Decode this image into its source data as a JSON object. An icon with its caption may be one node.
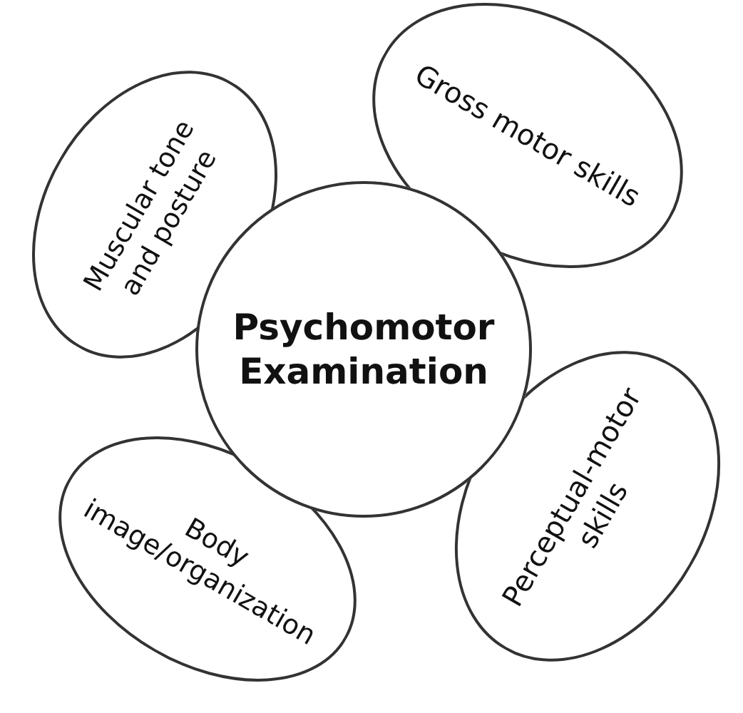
{
  "diagram": {
    "nodes": [
      {
        "text": [
          "Psychomotor Examination"
        ]
      },
      {
        "text": [
          "Muscular tone and posture"
        ]
      },
      {
        "text": [
          "Gross motor skills"
        ]
      },
      {
        "text": [
          "Body image/organization"
        ]
      },
      {
        "text": [
          "Perceptual-motor skills"
        ]
      }
    ]
  }
}
